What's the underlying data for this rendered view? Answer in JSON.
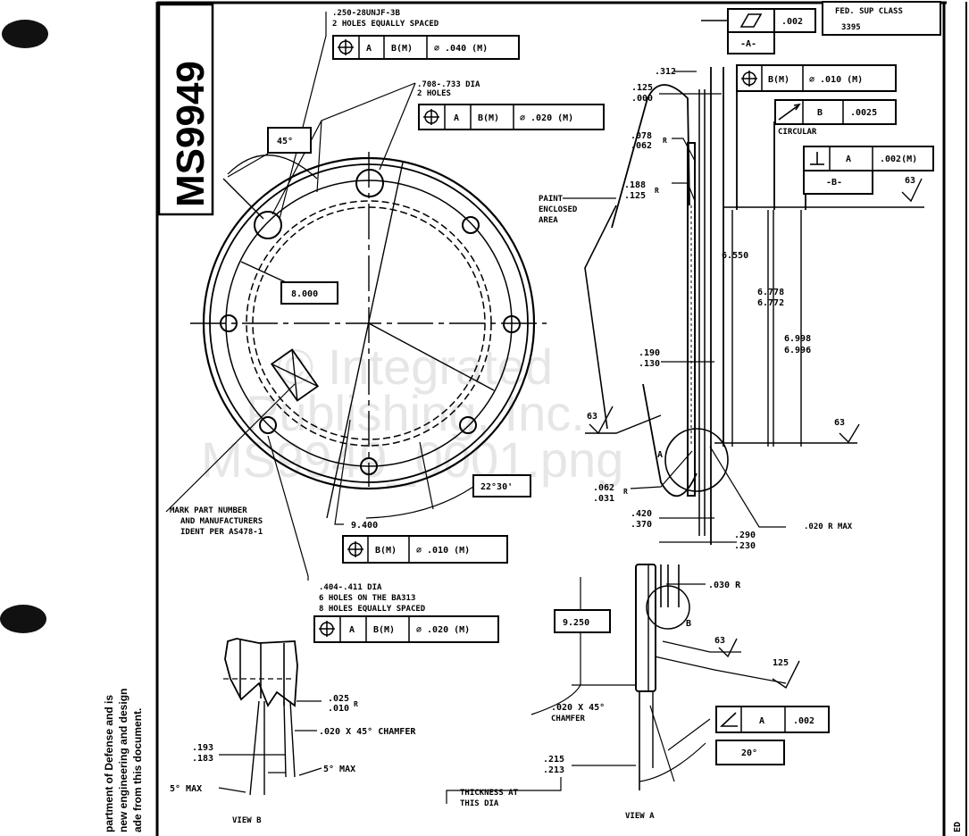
{
  "document": {
    "drawing_number": "MS9949",
    "fed_sup_class_label": "FED. SUP CLASS",
    "fed_sup_class_value": "3395",
    "side_note_lines": [
      "partment of Defense and is",
      "new engineering and design",
      "ade from this document."
    ],
    "right_edge_fragment": "ED",
    "watermark_lines": [
      "© Integrated",
      "Publishing, Inc.",
      "MS9949_0001.png"
    ]
  },
  "front_view": {
    "thread_callout": [
      ".250-28UNJF-3B",
      "2 HOLES EQUALLY SPACED"
    ],
    "thread_fcf": {
      "symbol": "position-icon",
      "cells": [
        "A",
        "B(M)",
        "⌀ .040 (M)"
      ]
    },
    "big_holes_callout": [
      ".708-.733 DIA",
      "2 HOLES"
    ],
    "big_holes_fcf": {
      "symbol": "position-icon",
      "cells": [
        "A",
        "B(M)",
        "⌀ .020 (M)"
      ]
    },
    "angle_45": "45°",
    "diameter_box": "8.000",
    "angle_22_30": "22°30'",
    "bolt_circle": "9.400",
    "bolt_circle_fcf": {
      "symbol": "position-icon",
      "cells": [
        "B(M)",
        "⌀ .010 (M)"
      ]
    },
    "mark_note": [
      "MARK PART NUMBER",
      "AND MANUFACTURERS",
      "IDENT PER AS478-1"
    ],
    "small_holes_callout": [
      ".404-.411 DIA",
      "6 HOLES ON THE BA313",
      "8 HOLES EQUALLY SPACED"
    ],
    "small_holes_fcf": {
      "symbol": "position-icon",
      "cells": [
        "A",
        "B(M)",
        "⌀ .020 (M)"
      ]
    }
  },
  "side_view": {
    "datum_a_fcf": {
      "symbol": "flatness-icon",
      "value": ".002",
      "datum": "-A-"
    },
    "dim_312": ".312",
    "dim_125_000": [
      ".125",
      ".000"
    ],
    "pos_fcf": {
      "symbol": "position-icon",
      "cells": [
        "B(M)",
        "⌀ .010 (M)"
      ]
    },
    "runout_fcf": {
      "symbol": "runout-icon",
      "cells": [
        "B",
        ".0025"
      ],
      "note": "CIRCULAR"
    },
    "perp_fcf": {
      "symbol": "perpendicularity-icon",
      "cells": [
        "A",
        ".002(M)"
      ],
      "datum": "-B-"
    },
    "radius_078_062": [
      ".078",
      ".062",
      "R"
    ],
    "radius_188_125": [
      ".188",
      ".125",
      "R"
    ],
    "paint_note": [
      "PAINT",
      "ENCLOSED",
      "AREA"
    ],
    "dim_6550": "6.550",
    "dim_6778": [
      "6.778",
      "6.772"
    ],
    "dim_6998": [
      "6.998",
      "6.996"
    ],
    "dim_190_130": [
      ".190",
      ".130"
    ],
    "finish_left": "63",
    "finish_right": "63",
    "finish_top": "63",
    "view_a_marker": "A",
    "radius_062_031": [
      ".062",
      ".031",
      "R"
    ],
    "dim_420_370": [
      ".420",
      ".370"
    ],
    "dim_290_230": [
      ".290",
      ".230"
    ],
    "radius_020_max": ".020 R MAX"
  },
  "view_b": {
    "label": "VIEW B",
    "radius": [
      ".025",
      ".010",
      "R"
    ],
    "chamfer": ".020 X 45° CHAMFER",
    "dim": [
      ".193",
      ".183"
    ],
    "angle_right": "5° MAX",
    "angle_left": "5° MAX"
  },
  "view_a": {
    "label": "VIEW A",
    "dim_box": "9.250",
    "radius_030": ".030 R",
    "view_b_marker": "B",
    "finish_63": "63",
    "finish_125": "125",
    "chamfer": [
      ".020 X 45°",
      "CHAMFER"
    ],
    "angularity_fcf": {
      "symbol": "angularity-icon",
      "cells": [
        "A",
        ".002"
      ]
    },
    "angle_box": "20°",
    "dim": [
      ".215",
      ".213"
    ],
    "thickness_note": [
      "THICKNESS AT",
      "THIS DIA"
    ]
  }
}
